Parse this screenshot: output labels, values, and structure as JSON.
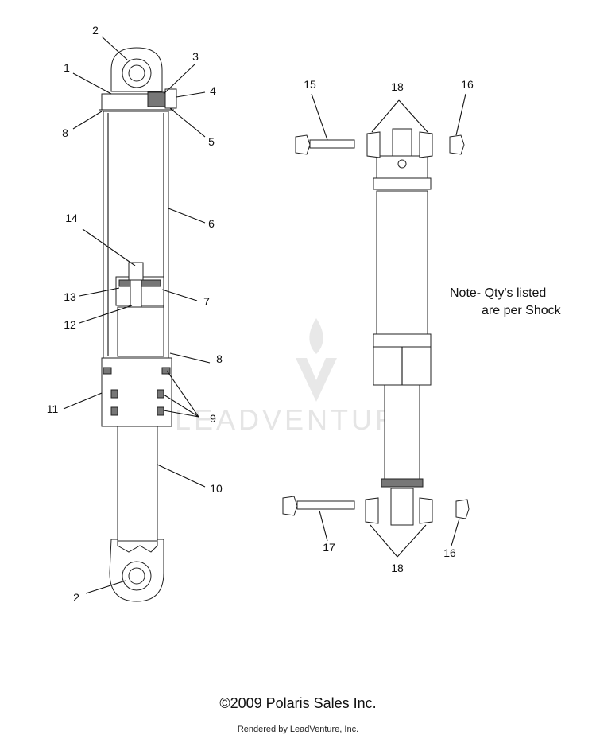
{
  "callouts_left": [
    "1",
    "2",
    "3",
    "4",
    "5",
    "6",
    "7",
    "8",
    "9",
    "10",
    "11",
    "12",
    "13",
    "14",
    "2",
    "8"
  ],
  "callouts_right": [
    "15",
    "18",
    "16",
    "17",
    "18",
    "16"
  ],
  "note_line1": "Note- Qty's listed",
  "note_line2": "are per Shock",
  "copyright": "©2009 Polaris Sales Inc.",
  "rendered_by": "Rendered by LeadVenture, Inc.",
  "watermark": "LEADVENTURE"
}
